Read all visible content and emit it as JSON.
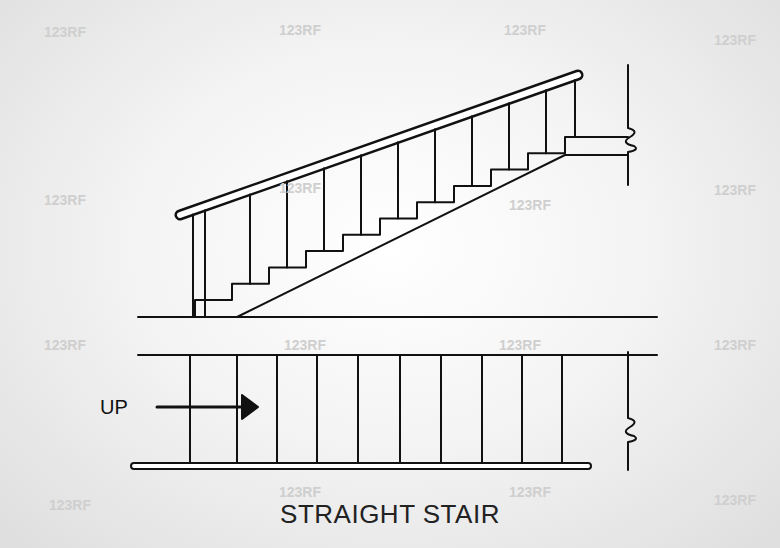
{
  "diagram": {
    "caption": "STRAIGHT STAIR",
    "labels": [
      "UP",
      "123RF",
      "123RF",
      "123RF",
      "123RF",
      "123RF",
      "123RF",
      "123RF",
      "123RF",
      "123RF",
      "123RF",
      "123RF",
      "123RF",
      "123RF",
      "123RF",
      "123RF",
      "123RF"
    ]
  }
}
